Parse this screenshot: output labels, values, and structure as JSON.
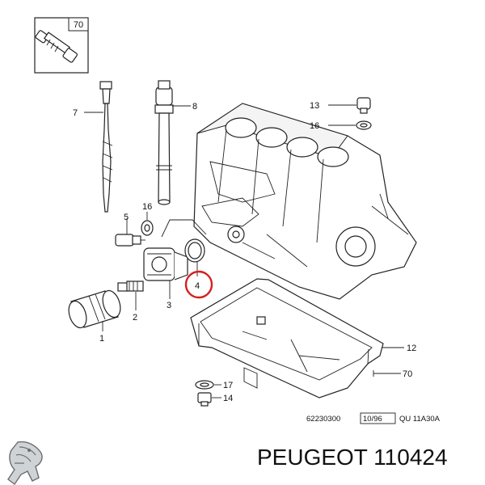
{
  "callouts": {
    "c70_top": "70",
    "c7": "7",
    "c8": "8",
    "c13": "13",
    "c16_right": "16",
    "c16_left": "16",
    "c5": "5",
    "c4": "4",
    "c3": "3",
    "c2": "2",
    "c1": "1",
    "c12": "12",
    "c70_bottom": "70",
    "c17": "17",
    "c14": "14"
  },
  "footer": {
    "ref_number": "62230300",
    "date_box": "10/96",
    "code": "QU 11A30A"
  },
  "caption": "PEUGEOT 110424",
  "highlight_color": "#d42020",
  "logo_icon": "peugeot-lion-icon"
}
